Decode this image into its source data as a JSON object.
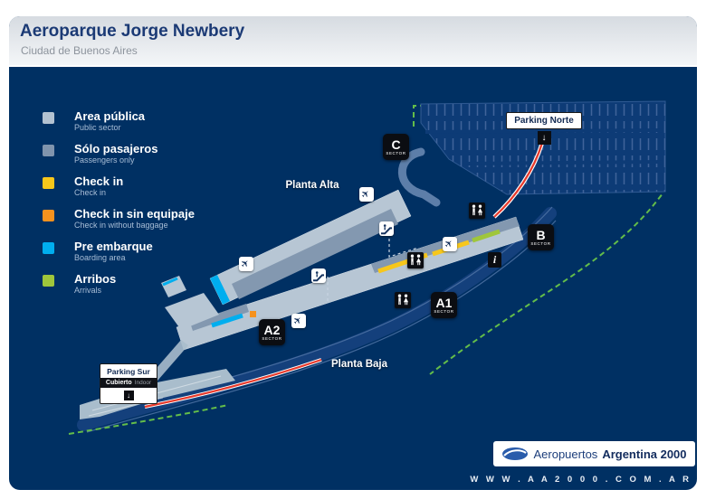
{
  "header": {
    "title": "Aeroparque Jorge Newbery",
    "subtitle": "Ciudad de Buenos Aires"
  },
  "legend": {
    "items": [
      {
        "label": "Area pública",
        "sublabel": "Public sector",
        "color": "#b3c2d1"
      },
      {
        "label": "Sólo pasajeros",
        "sublabel": "Passengers only",
        "color": "#8094ad"
      },
      {
        "label": "Check in",
        "sublabel": "Check in",
        "color": "#f7c71b"
      },
      {
        "label": "Check in sin equipaje",
        "sublabel": "Check in without baggage",
        "color": "#f6921e"
      },
      {
        "label": "Pre embarque",
        "sublabel": "Boarding area",
        "color": "#00aeef"
      },
      {
        "label": "Arribos",
        "sublabel": "Arrivals",
        "color": "#9fc63b"
      }
    ]
  },
  "map": {
    "floor_labels": {
      "upper": "Planta Alta",
      "lower": "Planta Baja"
    },
    "sectors": [
      {
        "letter": "C",
        "caption": "SECTOR"
      },
      {
        "letter": "B",
        "caption": "SECTOR"
      },
      {
        "letter": "A1",
        "caption": "SECTOR"
      },
      {
        "letter": "A2",
        "caption": "SECTOR"
      }
    ],
    "parking_norte": {
      "label": "Parking Norte"
    },
    "parking_sur": {
      "label": "Parking Sur",
      "covered": "Cubierto",
      "covered_en": "Indoor"
    }
  },
  "icons": {
    "airplane": "✈",
    "arrow_down": "↓",
    "info": "i"
  },
  "footer": {
    "brand_regular": "Aeropuertos",
    "brand_bold": "Argentina 2000",
    "website": "W W W . A A 2 0 0 0 . C O M . A R"
  },
  "colors": {
    "background_navy": "#003063",
    "terminal_public": "#b7c6d4",
    "passengers_only": "#8398b0",
    "check_in": "#f7c71b",
    "check_in_no_bag": "#f6921e",
    "boarding": "#00aeef",
    "arrivals": "#9fc63b",
    "route_red": "#e8392b",
    "road_dashed_green": "#63bd4a",
    "parking_fill": "#0d3b76"
  }
}
